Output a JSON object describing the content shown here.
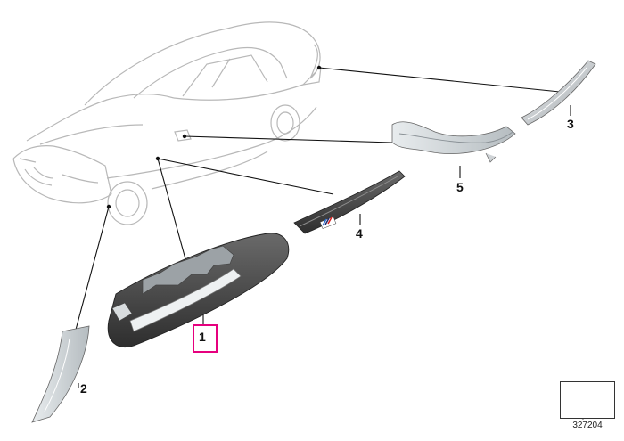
{
  "diagram": {
    "callouts": [
      {
        "id": "1",
        "label": "1"
      },
      {
        "id": "2",
        "label": "2"
      },
      {
        "id": "3",
        "label": "3"
      },
      {
        "id": "4",
        "label": "4"
      },
      {
        "id": "5",
        "label": "5"
      }
    ],
    "highlighted_callout": "1",
    "highlight_color": "#e6007e",
    "line_color": "#111111",
    "part_fill": "#cfd3d6",
    "part_dark": "#3c3c3c",
    "car_line_color": "#b8b8b8",
    "reference_number": "327204",
    "badge_text": "M"
  }
}
